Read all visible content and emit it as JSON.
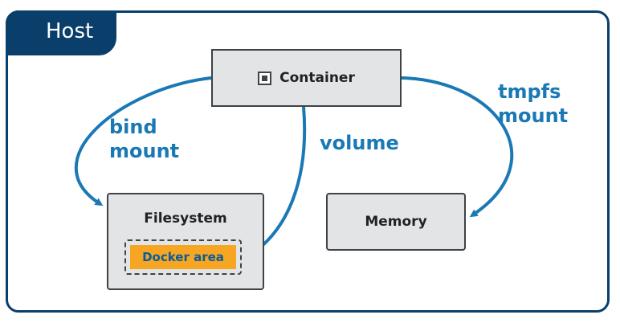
{
  "host": {
    "label": "Host"
  },
  "nodes": {
    "container": "Container",
    "filesystem": "Filesystem",
    "docker_area": "Docker area",
    "memory": "Memory"
  },
  "edges": {
    "bind_mount": {
      "line1": "bind",
      "line2": "mount"
    },
    "volume": "volume",
    "tmpfs_mount": {
      "line1": "tmpfs",
      "line2": "mount"
    }
  },
  "colors": {
    "frame": "#0b3f6b",
    "arrow": "#1a79b5",
    "box_fill": "#e3e4e6",
    "docker_area": "#f6a623"
  }
}
